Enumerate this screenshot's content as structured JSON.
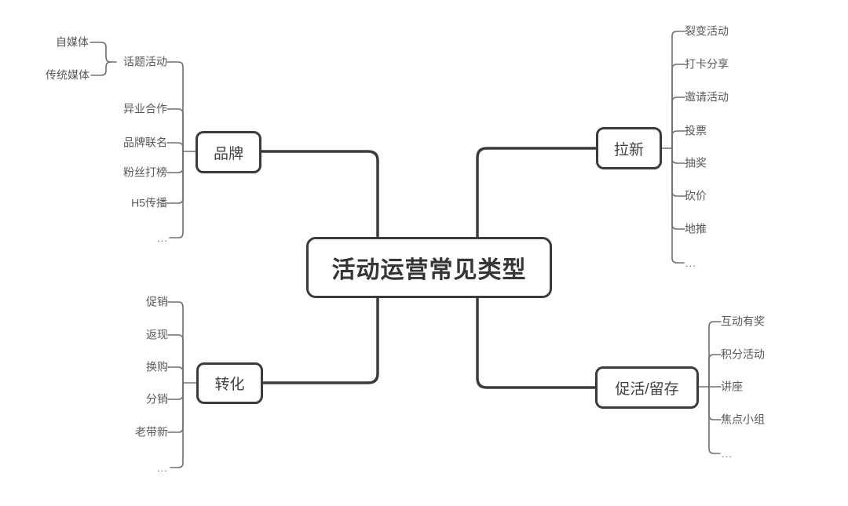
{
  "root": {
    "label": "活动运营常见类型"
  },
  "branches": [
    {
      "id": "brand",
      "label": "品牌",
      "leaves": [
        {
          "label": "话题活动",
          "children": [
            {
              "label": "自媒体"
            },
            {
              "label": "传统媒体"
            }
          ]
        },
        {
          "label": "异业合作"
        },
        {
          "label": "品牌联名"
        },
        {
          "label": "粉丝打榜"
        },
        {
          "label": "H5传播"
        },
        {
          "label": "..."
        }
      ]
    },
    {
      "id": "acquisition",
      "label": "拉新",
      "leaves": [
        {
          "label": "裂变活动"
        },
        {
          "label": "打卡分享"
        },
        {
          "label": "邀请活动"
        },
        {
          "label": "投票"
        },
        {
          "label": "抽奖"
        },
        {
          "label": "砍价"
        },
        {
          "label": "地推"
        },
        {
          "label": "..."
        }
      ]
    },
    {
      "id": "conversion",
      "label": "转化",
      "leaves": [
        {
          "label": "促销"
        },
        {
          "label": "返现"
        },
        {
          "label": "换购"
        },
        {
          "label": "分销"
        },
        {
          "label": "老带新"
        },
        {
          "label": "..."
        }
      ]
    },
    {
      "id": "retention",
      "label": "促活/留存",
      "leaves": [
        {
          "label": "互动有奖"
        },
        {
          "label": "积分活动"
        },
        {
          "label": "讲座"
        },
        {
          "label": "焦点小组"
        },
        {
          "label": "..."
        }
      ]
    }
  ],
  "colors": {
    "background": "#ffffff",
    "primary_line": "#3b3b3b",
    "secondary_line": "#707070",
    "node_border": "#3b3b3b",
    "node_text": "#414141",
    "leaf_text": "#585858"
  }
}
